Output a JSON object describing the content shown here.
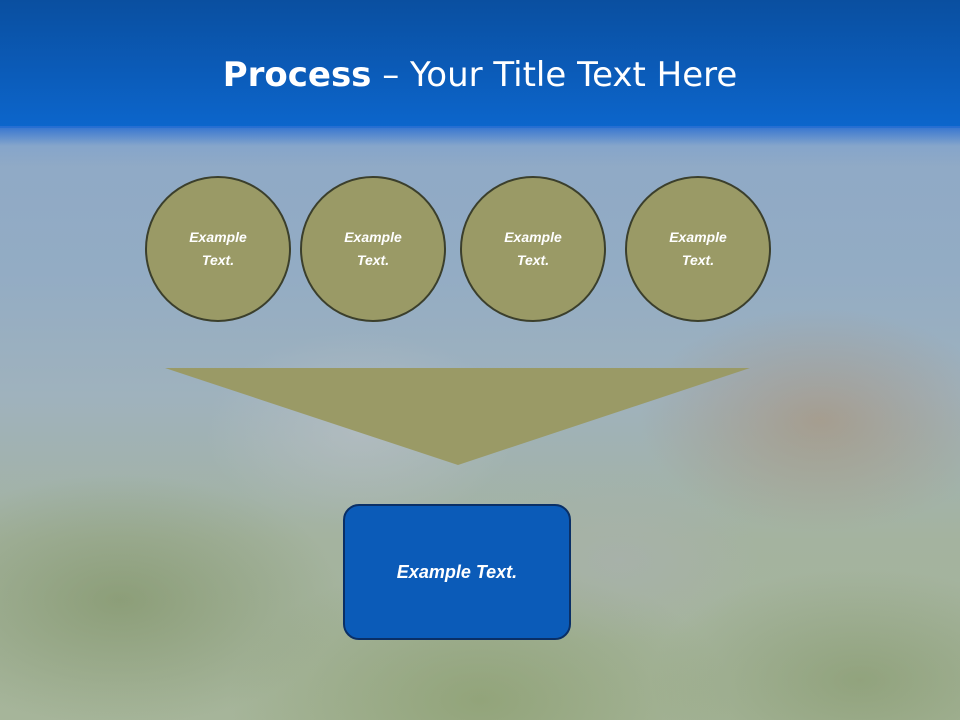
{
  "slide": {
    "title_bold": "Process",
    "title_rest": " – Your Title Text Here",
    "circles": [
      {
        "label": "Example\nText."
      },
      {
        "label": "Example\nText."
      },
      {
        "label": "Example\nText."
      },
      {
        "label": "Example\nText."
      }
    ],
    "result_label": "Example Text."
  },
  "colors": {
    "header_blue": "#0b5bb8",
    "circle_fill": "#9a9a66",
    "funnel_fill": "#9a9a66",
    "box_fill": "#0b5bb8"
  }
}
